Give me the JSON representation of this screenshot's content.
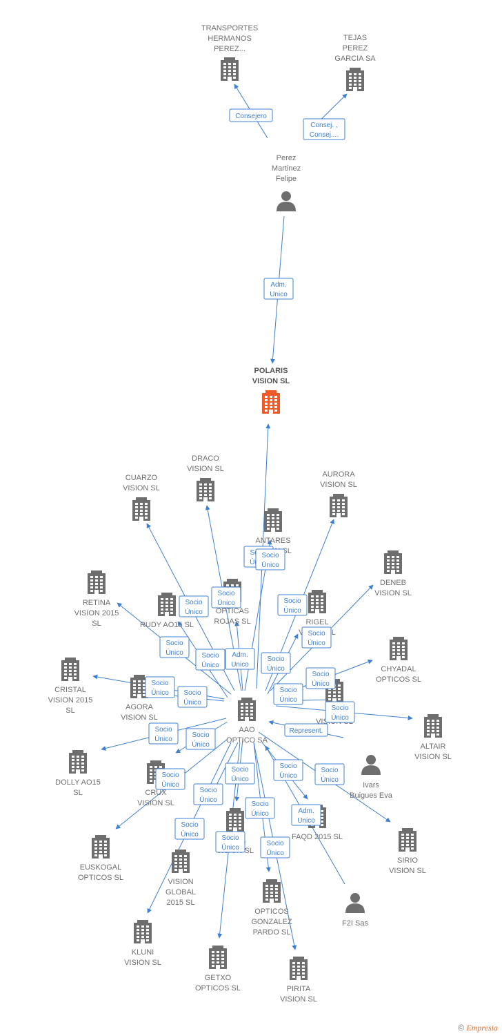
{
  "colors": {
    "edge": "#3d7fd1",
    "company": "#6e6e6e",
    "main": "#f05a28",
    "person": "#6e6e6e"
  },
  "nodes": [
    {
      "id": "transportes",
      "type": "company",
      "label": [
        "TRANSPORTES",
        "HERMANOS",
        "PEREZ..."
      ]
    },
    {
      "id": "tejas",
      "type": "company",
      "label": [
        "TEJAS",
        "PEREZ",
        "GARCIA SA"
      ]
    },
    {
      "id": "perez",
      "type": "person",
      "label": [
        "Perez",
        "Martinez",
        "Felipe"
      ]
    },
    {
      "id": "polaris",
      "type": "main",
      "label": [
        "POLARIS",
        "VISION  SL"
      ]
    },
    {
      "id": "draco",
      "type": "company",
      "label": [
        "DRACO",
        "VISION  SL"
      ]
    },
    {
      "id": "cuarzo",
      "type": "company",
      "label": [
        "CUARZO",
        "VISION  SL"
      ]
    },
    {
      "id": "aurora",
      "type": "company",
      "label": [
        "AURORA",
        "VISION  SL"
      ]
    },
    {
      "id": "antares",
      "type": "company",
      "label": [
        "ANTARES",
        "VISION  SL"
      ]
    },
    {
      "id": "deneb",
      "type": "company",
      "label": [
        "DENEB",
        "VISION  SL"
      ]
    },
    {
      "id": "retina",
      "type": "company",
      "label": [
        "RETINA",
        "VISION 2015",
        "SL"
      ]
    },
    {
      "id": "rudy",
      "type": "company",
      "label": [
        "RUDY AO15  SL"
      ]
    },
    {
      "id": "opticas",
      "type": "company",
      "label": [
        "OPTICAS",
        "ROJAS SL"
      ]
    },
    {
      "id": "rigel",
      "type": "company",
      "label": [
        "RIGEL",
        "VISION  SL"
      ]
    },
    {
      "id": "chyadal",
      "type": "company",
      "label": [
        "CHYADAL",
        "OPTICOS  SL"
      ]
    },
    {
      "id": "cristal",
      "type": "company",
      "label": [
        "CRISTAL",
        "VISION 2015",
        "SL"
      ]
    },
    {
      "id": "agora",
      "type": "company",
      "label": [
        "AGORA",
        "VISION  SL"
      ]
    },
    {
      "id": "lyra",
      "type": "company",
      "label": [
        "LYRA",
        "VISION  SL"
      ]
    },
    {
      "id": "aao",
      "type": "company",
      "label": [
        "AAO",
        "OPTICO SA"
      ]
    },
    {
      "id": "altair",
      "type": "company",
      "label": [
        "ALTAIR",
        "VISION  SL"
      ]
    },
    {
      "id": "dolly",
      "type": "company",
      "label": [
        "DOLLY AO15",
        "SL"
      ]
    },
    {
      "id": "crux",
      "type": "company",
      "label": [
        "CRUX",
        "VISION  SL"
      ]
    },
    {
      "id": "ivars",
      "type": "person",
      "label": [
        "Ivars",
        "Buigues Eva"
      ]
    },
    {
      "id": "vega",
      "type": "company",
      "label": [
        "VEGA",
        "VISION  SL"
      ]
    },
    {
      "id": "faqd",
      "type": "company",
      "label": [
        "FAQD 2015  SL"
      ]
    },
    {
      "id": "euskogal",
      "type": "company",
      "label": [
        "EUSKOGAL",
        "OPTICOS  SL"
      ]
    },
    {
      "id": "visionglobal",
      "type": "company",
      "label": [
        "VISION",
        "GLOBAL",
        "2015  SL"
      ]
    },
    {
      "id": "sirio",
      "type": "company",
      "label": [
        "SIRIO",
        "VISION  SL"
      ]
    },
    {
      "id": "opticosgonzalez",
      "type": "company",
      "label": [
        "OPTICOS",
        "GONZALEZ",
        "PARDO  SL"
      ]
    },
    {
      "id": "f2i",
      "type": "person",
      "label": [
        "F2I Sas"
      ]
    },
    {
      "id": "kluni",
      "type": "company",
      "label": [
        "KLUNI",
        "VISION  SL"
      ]
    },
    {
      "id": "getxo",
      "type": "company",
      "label": [
        "GETXO",
        "OPTICOS  SL"
      ]
    },
    {
      "id": "pirita",
      "type": "company",
      "label": [
        "PIRITA",
        "VISION  SL"
      ]
    }
  ],
  "edges": [
    {
      "from": "perez",
      "to": "transportes",
      "label": [
        "Consejero"
      ]
    },
    {
      "from": "perez",
      "to": "tejas",
      "label": [
        "Consej. ,",
        "Consej...."
      ]
    },
    {
      "from": "perez",
      "to": "polaris",
      "label": [
        "Adm.",
        "Unico"
      ]
    },
    {
      "from": "aao",
      "to": "polaris",
      "label": [
        "Socio",
        "Único"
      ]
    },
    {
      "from": "aao",
      "to": "cuarzo",
      "label": [
        "Socio",
        "Único"
      ]
    },
    {
      "from": "aao",
      "to": "draco",
      "label": [
        "Socio",
        "Único"
      ]
    },
    {
      "from": "aao",
      "to": "aurora",
      "label": [
        "Socio",
        "Único"
      ]
    },
    {
      "from": "aao",
      "to": "antares",
      "label": [
        "Socio",
        "Único"
      ]
    },
    {
      "from": "aao",
      "to": "deneb",
      "label": [
        "Socio",
        "Único"
      ]
    },
    {
      "from": "aao",
      "to": "retina",
      "label": [
        "Socio",
        "Único"
      ]
    },
    {
      "from": "aao",
      "to": "rudy",
      "label": [
        "Socio",
        "Único"
      ]
    },
    {
      "from": "aao",
      "to": "opticas",
      "label": [
        "Adm.",
        "Unico"
      ]
    },
    {
      "from": "aao",
      "to": "rigel",
      "label": [
        "Socio",
        "Único"
      ]
    },
    {
      "from": "aao",
      "to": "chyadal",
      "label": [
        "Socio",
        "Único"
      ]
    },
    {
      "from": "aao",
      "to": "cristal",
      "label": [
        "Socio",
        "Único"
      ]
    },
    {
      "from": "aao",
      "to": "agora",
      "label": [
        "Socio",
        "Único"
      ]
    },
    {
      "from": "aao",
      "to": "lyra",
      "label": [
        "Socio",
        "Único"
      ]
    },
    {
      "from": "aao",
      "to": "altair",
      "label": [
        "Socio",
        "Único"
      ]
    },
    {
      "from": "ivars",
      "to": "aao",
      "label": [
        "Represent."
      ]
    },
    {
      "from": "aao",
      "to": "dolly",
      "label": [
        "Socio",
        "Único"
      ]
    },
    {
      "from": "aao",
      "to": "crux",
      "label": [
        "Socio",
        "Único"
      ]
    },
    {
      "from": "aao",
      "to": "euskogal",
      "label": [
        "Socio",
        "Único"
      ]
    },
    {
      "from": "aao",
      "to": "vega",
      "label": [
        "Socio",
        "Único"
      ]
    },
    {
      "from": "aao",
      "to": "visionglobal",
      "label": [
        "Socio",
        "Único"
      ]
    },
    {
      "from": "aao",
      "to": "kluni",
      "label": [
        "Socio",
        "Único"
      ]
    },
    {
      "from": "aao",
      "to": "getxo",
      "label": [
        "Socio",
        "Único"
      ]
    },
    {
      "from": "aao",
      "to": "opticosgonzalez",
      "label": [
        "Socio",
        "Único"
      ]
    },
    {
      "from": "aao",
      "to": "pirita",
      "label": [
        "Socio",
        "Único"
      ]
    },
    {
      "from": "aao",
      "to": "faqd",
      "label": [
        "Socio",
        "Único"
      ]
    },
    {
      "from": "aao",
      "to": "sirio",
      "label": [
        "Socio",
        "Único"
      ]
    },
    {
      "from": "f2i",
      "to": "aao",
      "label": [
        "Adm.",
        "Unico"
      ]
    }
  ],
  "footer": {
    "copyright": "©",
    "brand": "Empresia"
  }
}
